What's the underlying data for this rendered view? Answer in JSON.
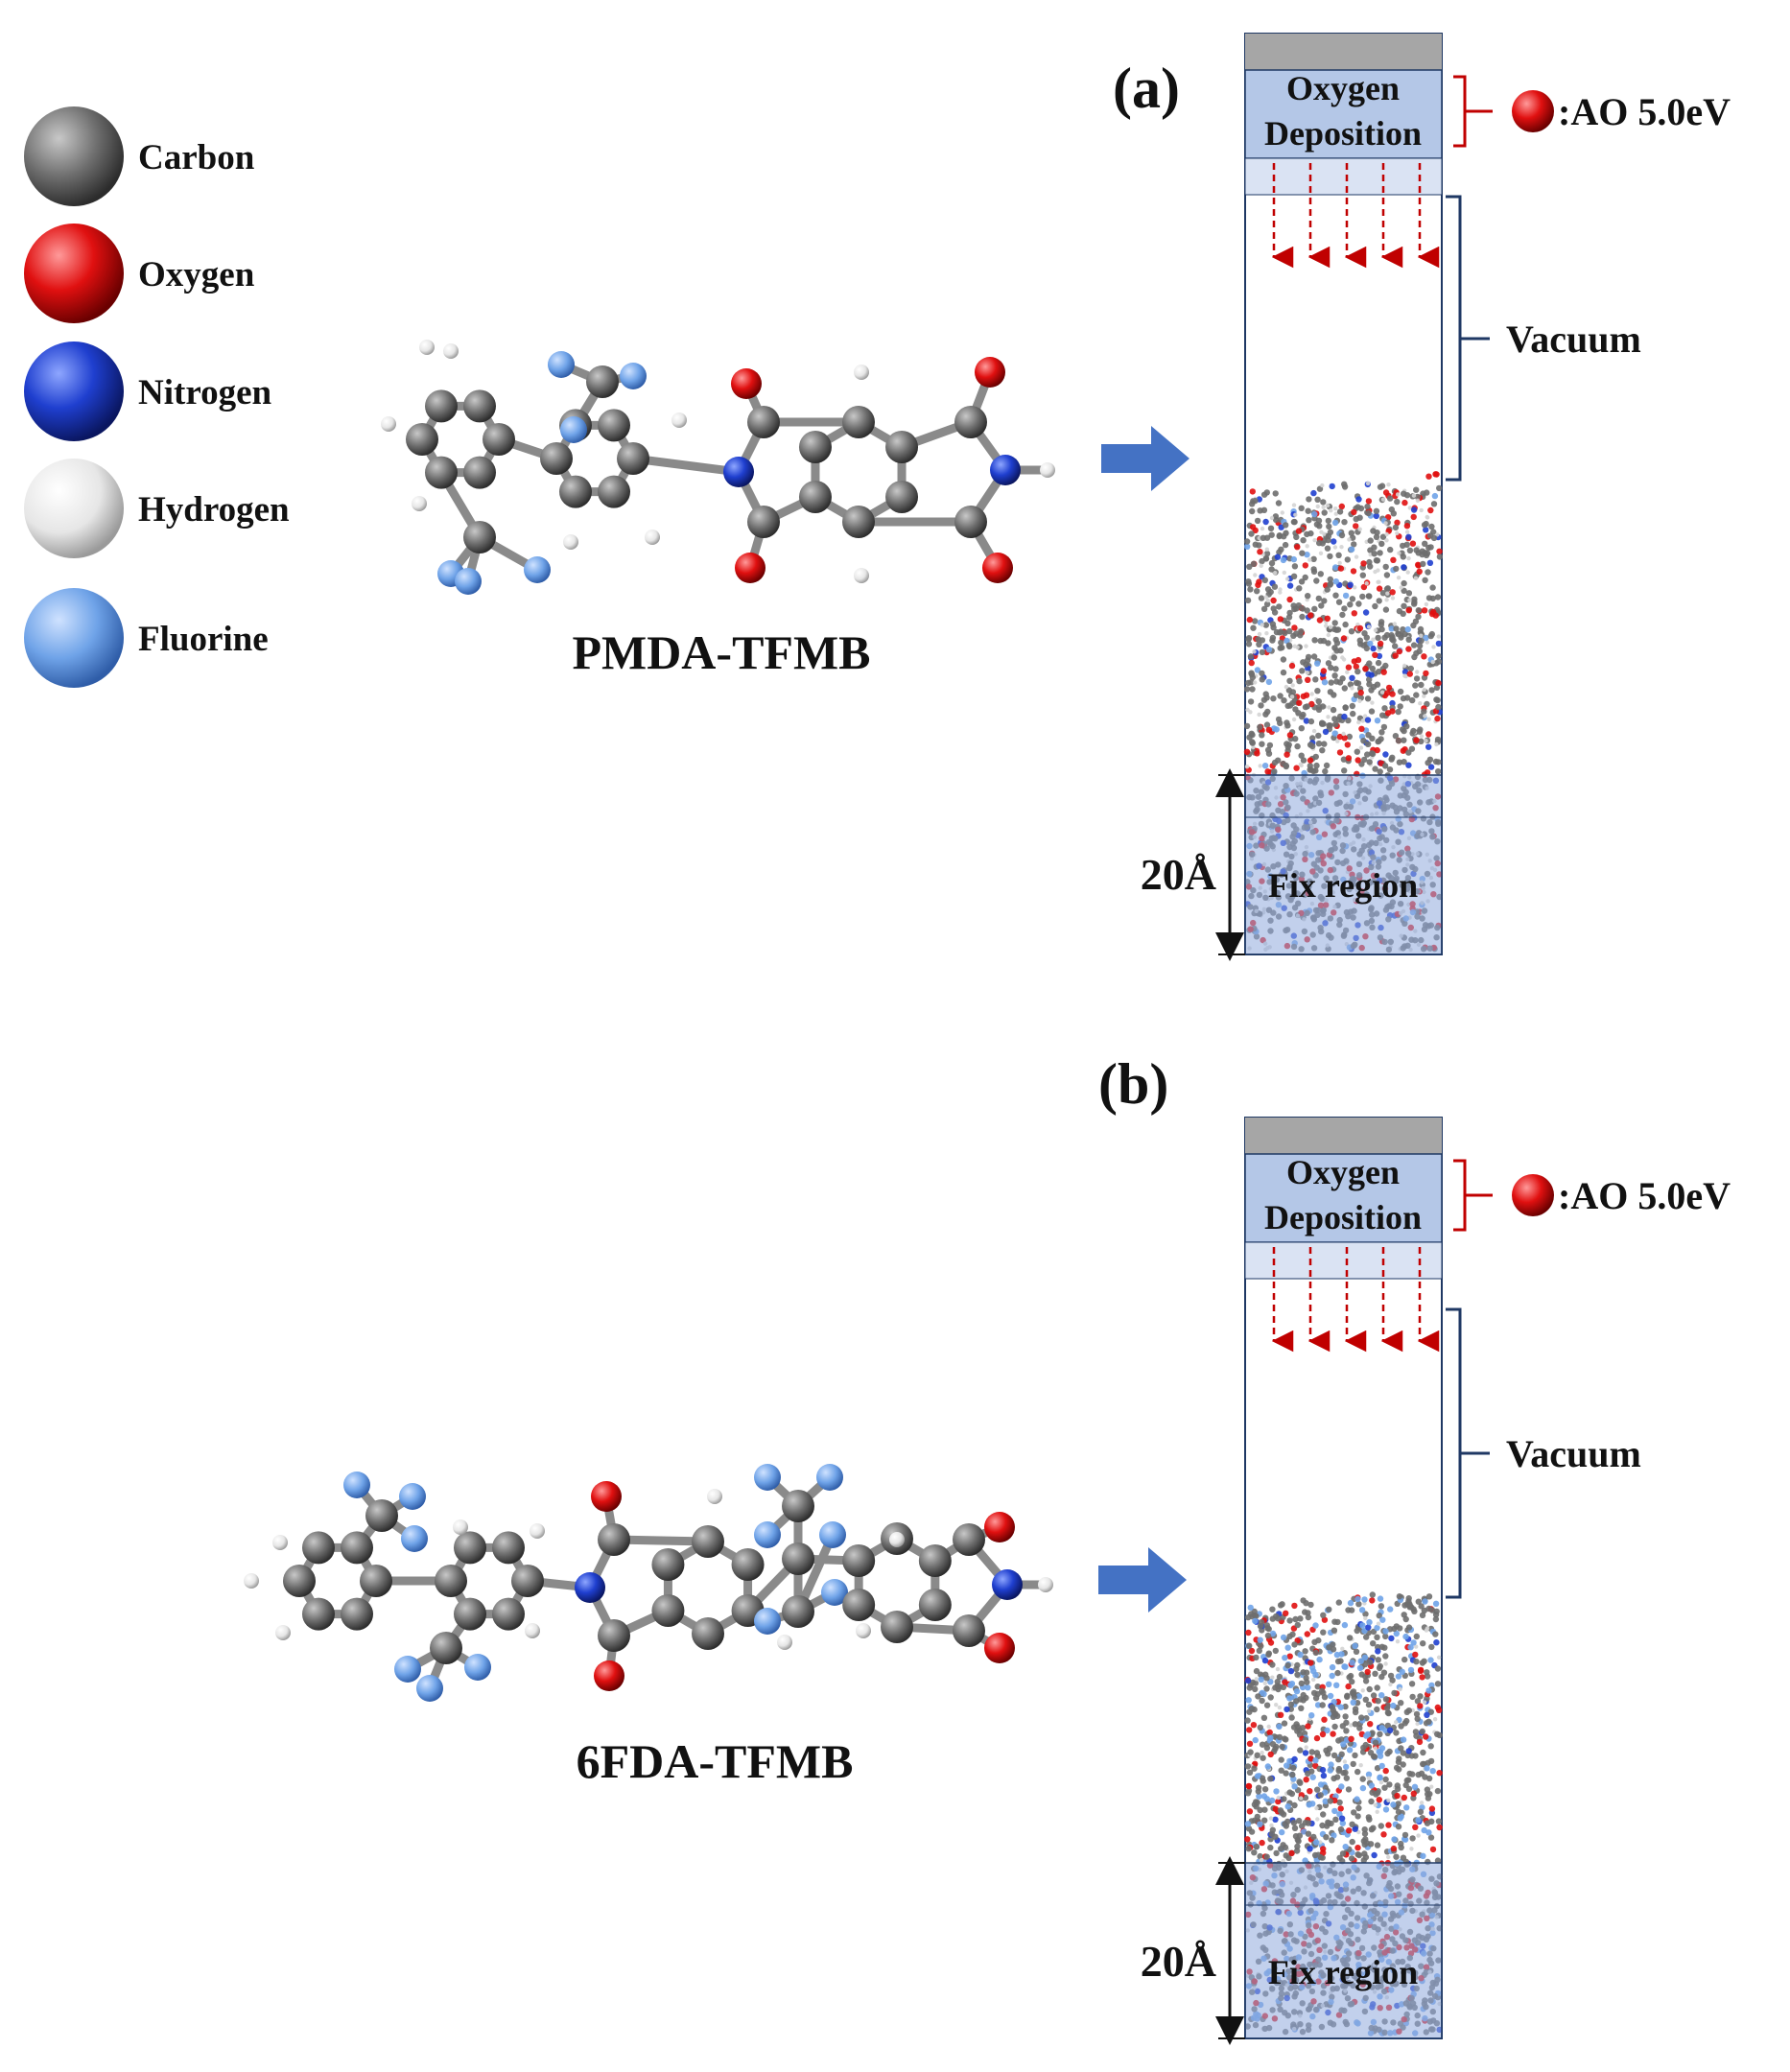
{
  "legend": {
    "items": [
      {
        "label": "Carbon",
        "color": "#6e6e6e",
        "icon": "carbon-atom-icon"
      },
      {
        "label": "Oxygen",
        "color": "#e01010",
        "icon": "oxygen-atom-icon"
      },
      {
        "label": "Nitrogen",
        "color": "#1f3fcf",
        "icon": "nitrogen-atom-icon"
      },
      {
        "label": "Hydrogen",
        "color": "#e6e6e6",
        "icon": "hydrogen-atom-icon"
      },
      {
        "label": "Fluorine",
        "color": "#6fa3e8",
        "icon": "fluorine-atom-icon"
      }
    ]
  },
  "panels": [
    {
      "panel_label": "(a)",
      "molecule_name": "PMDA-TFMB",
      "deposition_label_line1": "Oxygen",
      "deposition_label_line2": "Deposition",
      "ao_label": ":AO  5.0eV",
      "vacuum_label": "Vacuum",
      "thickness_label": "20Å",
      "fix_region_label": "Fix region"
    },
    {
      "panel_label": "(b)",
      "molecule_name": "6FDA-TFMB",
      "deposition_label_line1": "Oxygen",
      "deposition_label_line2": "Deposition",
      "ao_label": ":AO  5.0eV",
      "vacuum_label": "Vacuum",
      "thickness_label": "20Å",
      "fix_region_label": "Fix region"
    }
  ],
  "colors": {
    "carbon": "#6e6e6e",
    "oxygen": "#e01010",
    "nitrogen": "#1f3fcf",
    "hydrogen": "#e6e6e6",
    "fluorine": "#6fa3e8",
    "arrow": "#4472c4",
    "box_fill": "#b4c7e7",
    "box_top": "#a6a6a6",
    "deposition_bracket": "#c00000",
    "vacuum_bracket": "#1f3864"
  }
}
